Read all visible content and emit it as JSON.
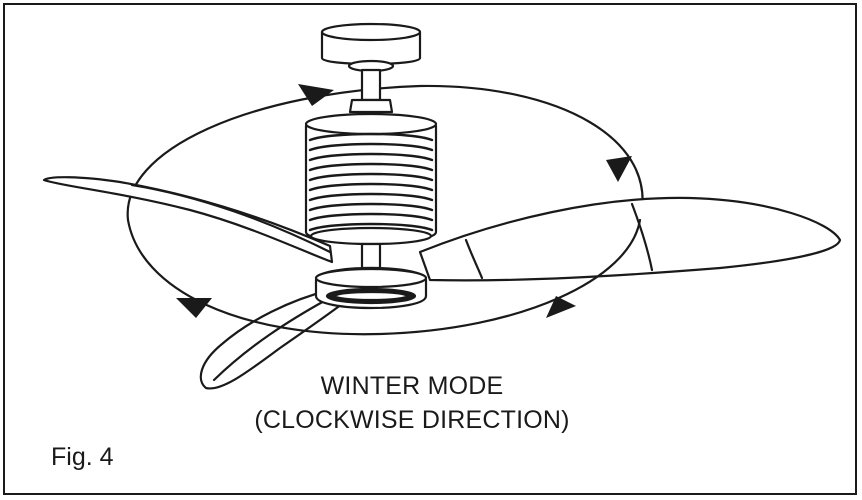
{
  "figure": {
    "label": "Fig. 4",
    "mode_title": "WINTER MODE",
    "direction_caption": "(CLOCKWISE DIRECTION)"
  },
  "colors": {
    "line": "#1a1a1a",
    "background": "#ffffff"
  },
  "icons": {
    "rotation_arrows": [
      "arrowhead-icon",
      "arrowhead-icon",
      "arrowhead-icon",
      "arrowhead-icon"
    ]
  }
}
